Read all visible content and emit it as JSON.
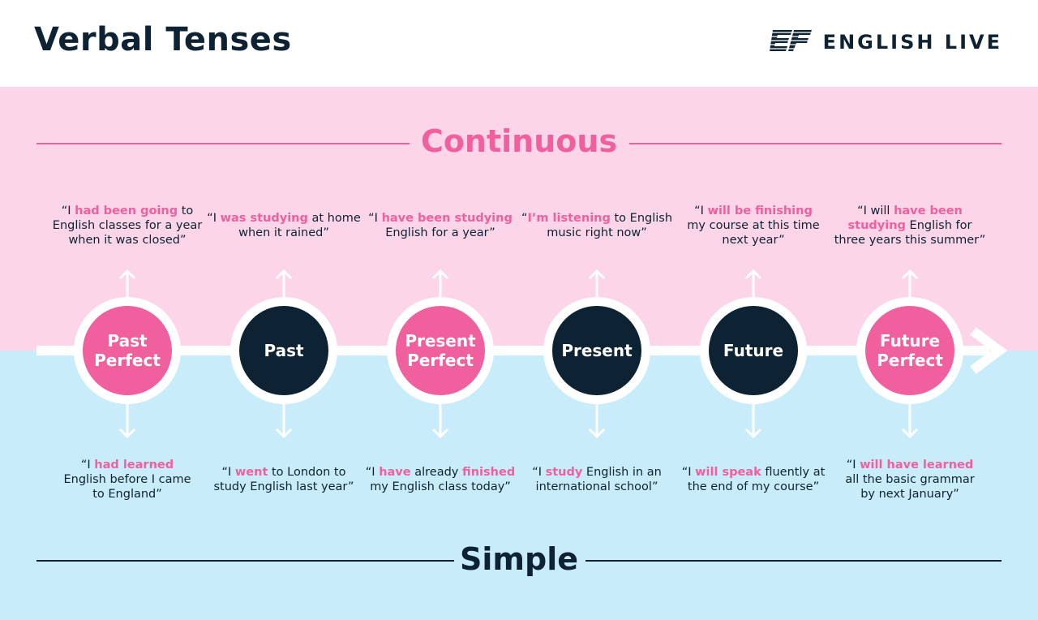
{
  "header": {
    "title": "Verbal Tenses",
    "brand_name": "ENGLISH LIVE",
    "logo_icon": "ef-logo-icon"
  },
  "sections": {
    "continuous_label": "Continuous",
    "simple_label": "Simple"
  },
  "colors": {
    "pink_band": "#fcd5e8",
    "blue_band": "#c9ecfb",
    "accent_pink": "#f0609e",
    "navy": "#0d2233"
  },
  "tenses": [
    {
      "name": "Past Perfect",
      "label_lines": [
        "Past",
        "Perfect"
      ],
      "circle_color": "#f0609e",
      "continuous": [
        {
          "t": "“I ",
          "h": false
        },
        {
          "t": "had been going",
          "h": true
        },
        {
          "t": " to English classes for a year when it was closed”",
          "h": false
        }
      ],
      "simple": [
        {
          "t": "“I ",
          "h": false
        },
        {
          "t": "had learned",
          "h": true
        },
        {
          "t": " English before I came to England”",
          "h": false
        }
      ]
    },
    {
      "name": "Past",
      "label_lines": [
        "Past"
      ],
      "circle_color": "#0d2233",
      "continuous": [
        {
          "t": "“I ",
          "h": false
        },
        {
          "t": "was studying",
          "h": true
        },
        {
          "t": " at home when it rained”",
          "h": false
        }
      ],
      "simple": [
        {
          "t": "“I ",
          "h": false
        },
        {
          "t": "went",
          "h": true
        },
        {
          "t": " to London to study English last year”",
          "h": false
        }
      ]
    },
    {
      "name": "Present Perfect",
      "label_lines": [
        "Present",
        "Perfect"
      ],
      "circle_color": "#f0609e",
      "continuous": [
        {
          "t": "“I ",
          "h": false
        },
        {
          "t": "have been studying",
          "h": true
        },
        {
          "t": " English for a year”",
          "h": false
        }
      ],
      "simple": [
        {
          "t": "“I ",
          "h": false
        },
        {
          "t": "have",
          "h": true
        },
        {
          "t": " already ",
          "h": false
        },
        {
          "t": "finished",
          "h": true
        },
        {
          "t": " my English class today”",
          "h": false
        }
      ]
    },
    {
      "name": "Present",
      "label_lines": [
        "Present"
      ],
      "circle_color": "#0d2233",
      "continuous": [
        {
          "t": "“",
          "h": false
        },
        {
          "t": "I’m listening",
          "h": true
        },
        {
          "t": " to English music right now”",
          "h": false
        }
      ],
      "simple": [
        {
          "t": "“I ",
          "h": false
        },
        {
          "t": "study",
          "h": true
        },
        {
          "t": " English in an international school”",
          "h": false
        }
      ]
    },
    {
      "name": "Future",
      "label_lines": [
        "Future"
      ],
      "circle_color": "#0d2233",
      "continuous": [
        {
          "t": "“I ",
          "h": false
        },
        {
          "t": "will be finishing",
          "h": true
        },
        {
          "t": " my course at this time next year”",
          "h": false
        }
      ],
      "simple": [
        {
          "t": "“I ",
          "h": false
        },
        {
          "t": "will speak",
          "h": true
        },
        {
          "t": " fluently at the end of my course”",
          "h": false
        }
      ]
    },
    {
      "name": "Future Perfect",
      "label_lines": [
        "Future",
        "Perfect"
      ],
      "circle_color": "#f0609e",
      "continuous": [
        {
          "t": "“I will ",
          "h": false
        },
        {
          "t": "have been studying",
          "h": true
        },
        {
          "t": " English for three years this summer”",
          "h": false
        }
      ],
      "simple": [
        {
          "t": "“I ",
          "h": false
        },
        {
          "t": "will have learned",
          "h": true
        },
        {
          "t": " all the basic grammar by next January”",
          "h": false
        }
      ]
    }
  ]
}
